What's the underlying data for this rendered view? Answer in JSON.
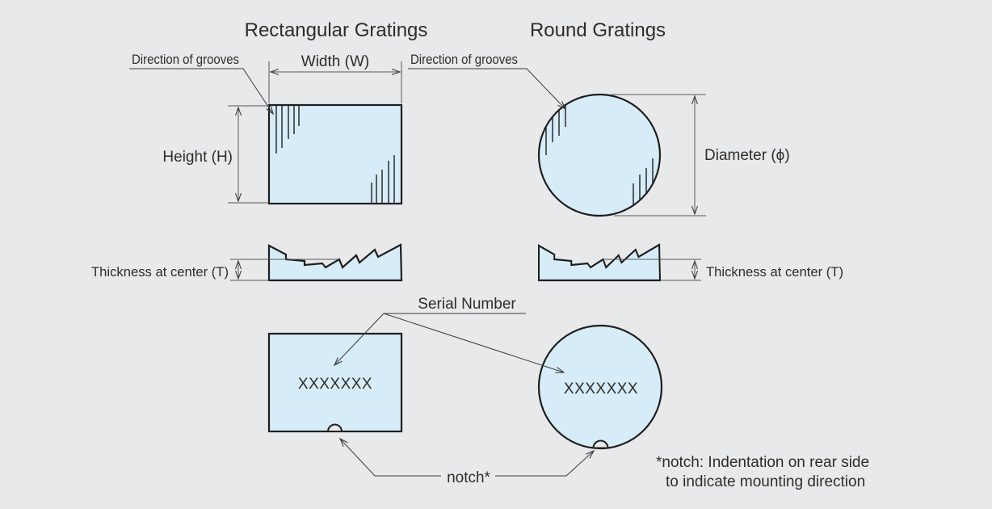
{
  "colors": {
    "background": "#e8e9ea",
    "shape_fill": "#d6edf9",
    "outline": "#1f1e1d",
    "dimension_line": "#55565a",
    "text": "#2e2d2b"
  },
  "titles": {
    "left": "Rectangular Gratings",
    "right": "Round Gratings"
  },
  "labels": {
    "direction_of_grooves": "Direction of grooves",
    "width": "Width (W)",
    "height": "Height (H)",
    "diameter": "Diameter (ϕ)",
    "thickness": "Thickness at center (T)",
    "serial_number": "Serial Number",
    "serial_placeholder": "XXXXXXX",
    "notch": "notch*"
  },
  "footnote": {
    "line1": "*notch: Indentation on rear side",
    "line2": "to indicate mounting direction"
  }
}
